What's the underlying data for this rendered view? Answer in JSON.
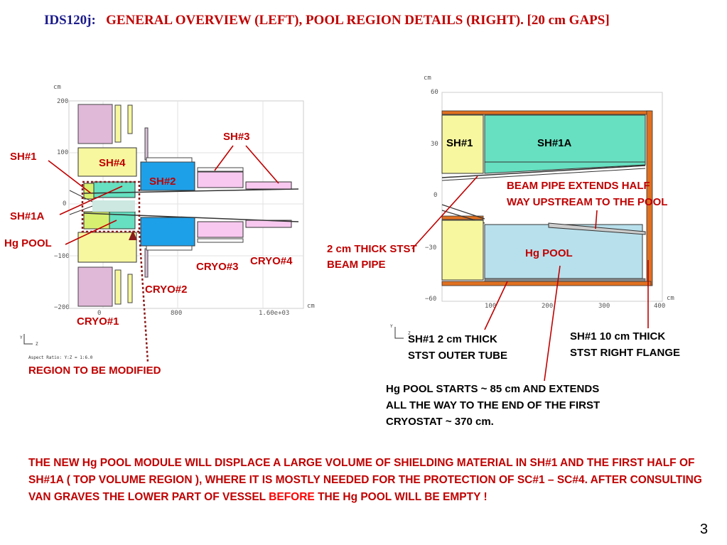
{
  "title": {
    "id": "IDS120j:",
    "text": "GENERAL OVERVIEW (LEFT), POOL REGION DETAILS (RIGHT).  [20 cm GAPS]"
  },
  "left_plot": {
    "unit_y": "cm",
    "unit_x": "cm",
    "y_ticks": [
      "200",
      "100",
      "0",
      "−100",
      "−200"
    ],
    "x_ticks": [
      "0",
      "800",
      "1.60e+03"
    ],
    "aspect_note": "Aspect Ratio: Y:Z = 1:6.0",
    "axis_y": "Y",
    "axis_z": "Z"
  },
  "right_plot": {
    "unit_y": "cm",
    "unit_x": "cm",
    "y_ticks": [
      "60",
      "30",
      "0",
      "−30",
      "−60"
    ],
    "x_ticks": [
      "100",
      "200",
      "300",
      "400"
    ],
    "axis_y": "Y",
    "axis_z": "Z"
  },
  "left_labels": {
    "sh3": "SH#3",
    "sh1": "SH#1",
    "sh4": "SH#4",
    "sh2": "SH#2",
    "sh1a": "SH#1A",
    "hg_pool": "Hg POOL",
    "cryo4": "CRYO#4",
    "cryo3": "CRYO#3",
    "cryo2": "CRYO#2",
    "cryo1": "CRYO#1",
    "region": "REGION TO BE MODIFIED"
  },
  "right_labels": {
    "sh1": "SH#1",
    "sh1a": "SH#1A",
    "beam_pipe_1": "BEAM PIPE EXTENDS HALF",
    "beam_pipe_2": "WAY UPSTREAM TO THE POOL",
    "stst_1": "2 cm THICK STST",
    "stst_2": "BEAM PIPE",
    "hg_pool": "Hg POOL",
    "outer_1": "SH#1  2 cm THICK",
    "outer_2": "STST  OUTER TUBE",
    "flange_1": "SH#1  10 cm THICK",
    "flange_2": "STST  RIGHT FLANGE",
    "starts_1": "Hg POOL STARTS  ~  85 cm AND EXTENDS",
    "starts_2": "ALL THE WAY TO THE END OF THE FIRST",
    "starts_3": "CRYOSTAT  ~  370 cm."
  },
  "paragraph": {
    "part1": "THE  NEW Hg  POOL MODULE WILL DISPLACE A LARGE VOLUME OF SHIELDING MATERIAL  IN SH#1  AND  THE FIRST HALF OF  SH#1A  ( TOP VOLUME  REGION ),   WHERE IT IS MOSTLY NEEDED  FOR THE PROTECTION OF SC#1 – SC#4.  AFTER CONSULTING  VAN  GRAVES THE LOWER  PART   OF VESSEL ",
    "emph": "BEFORE",
    "part2": " THE Hg  POOL WILL  BE  EMPTY !"
  },
  "page_number": "3",
  "colors": {
    "label_red": "#c00000",
    "title_blue": "#1a1a8c",
    "sh1_yellow": "#f7f7a0",
    "sh1a_green": "#66e0c0",
    "sh2_blue": "#1ea0e8",
    "sh3_pink": "#f8c8f0",
    "cryo1_pink": "#e0b8d8",
    "pool_lightblue": "#b8e0ec",
    "steel_orange": "#e07020"
  }
}
